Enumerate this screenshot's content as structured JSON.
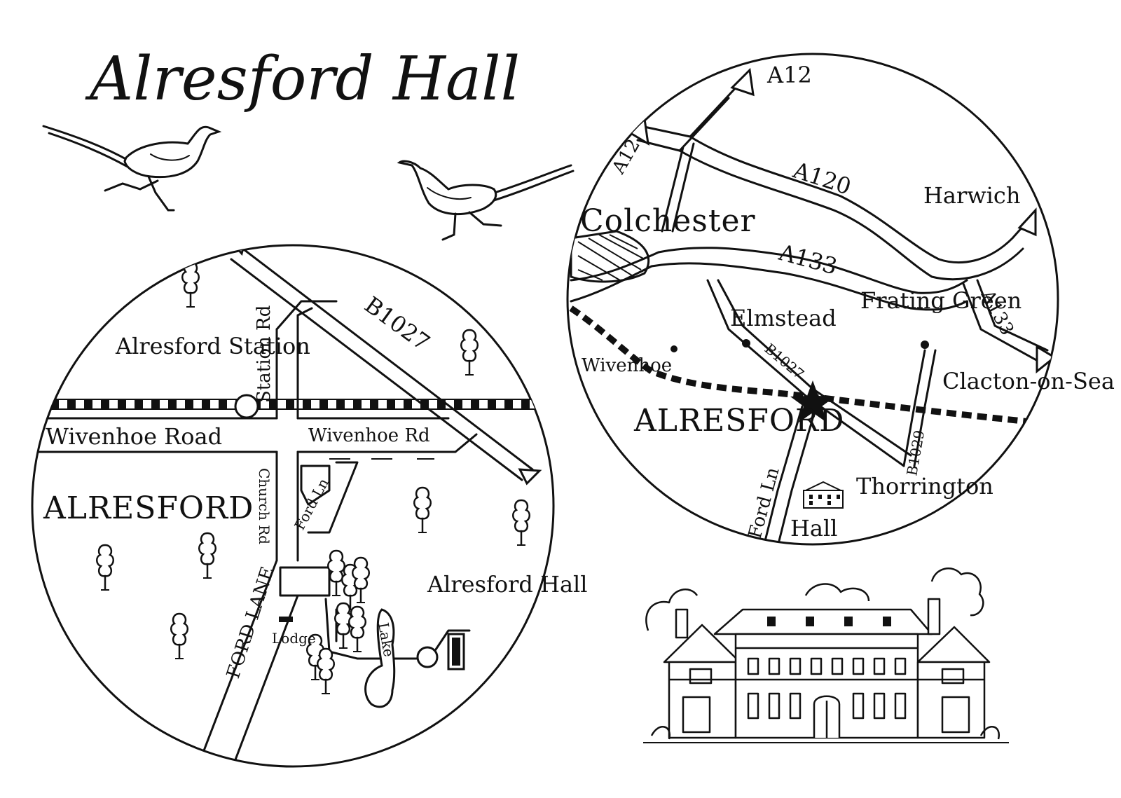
{
  "title": "Alresford Hall",
  "local_map": {
    "labels": {
      "b1027": "B1027",
      "station_rd": "Station Rd",
      "alresford_station": "Alresford Station",
      "wivenhoe_road": "Wivenhoe Road",
      "wivenhoe_rd": "Wivenhoe Rd",
      "alresford": "ALRESFORD",
      "church_rd": "Church Rd",
      "ford_ln": "Ford Ln",
      "ford_lane": "FORD LANE",
      "lodge": "Lodge",
      "lake": "Lake",
      "alresford_hall": "Alresford Hall"
    }
  },
  "regional_map": {
    "labels": {
      "a12_top": "A12",
      "a12_left": "A12",
      "a120": "A120",
      "harwich": "Harwich",
      "colchester": "Colchester",
      "a133_top": "A133",
      "a133_right": "A133",
      "frating_green": "Frating Green",
      "elmstead": "Elmstead",
      "b1027": "B1027",
      "wivenhoe": "Wivenhoe",
      "clacton": "Clacton-on-Sea",
      "alresford": "ALRESFORD",
      "b1029": "B1029",
      "thorrington": "Thorrington",
      "ford_ln": "Ford Ln",
      "hall": "Hall"
    }
  },
  "illustrations": {
    "birds": "pheasant-icon",
    "building": "hall-building-icon",
    "trees": "tree-icon",
    "station": "station-icon",
    "village": "star-icon"
  },
  "colors": {
    "ink": "#111111",
    "paper": "#ffffff"
  }
}
